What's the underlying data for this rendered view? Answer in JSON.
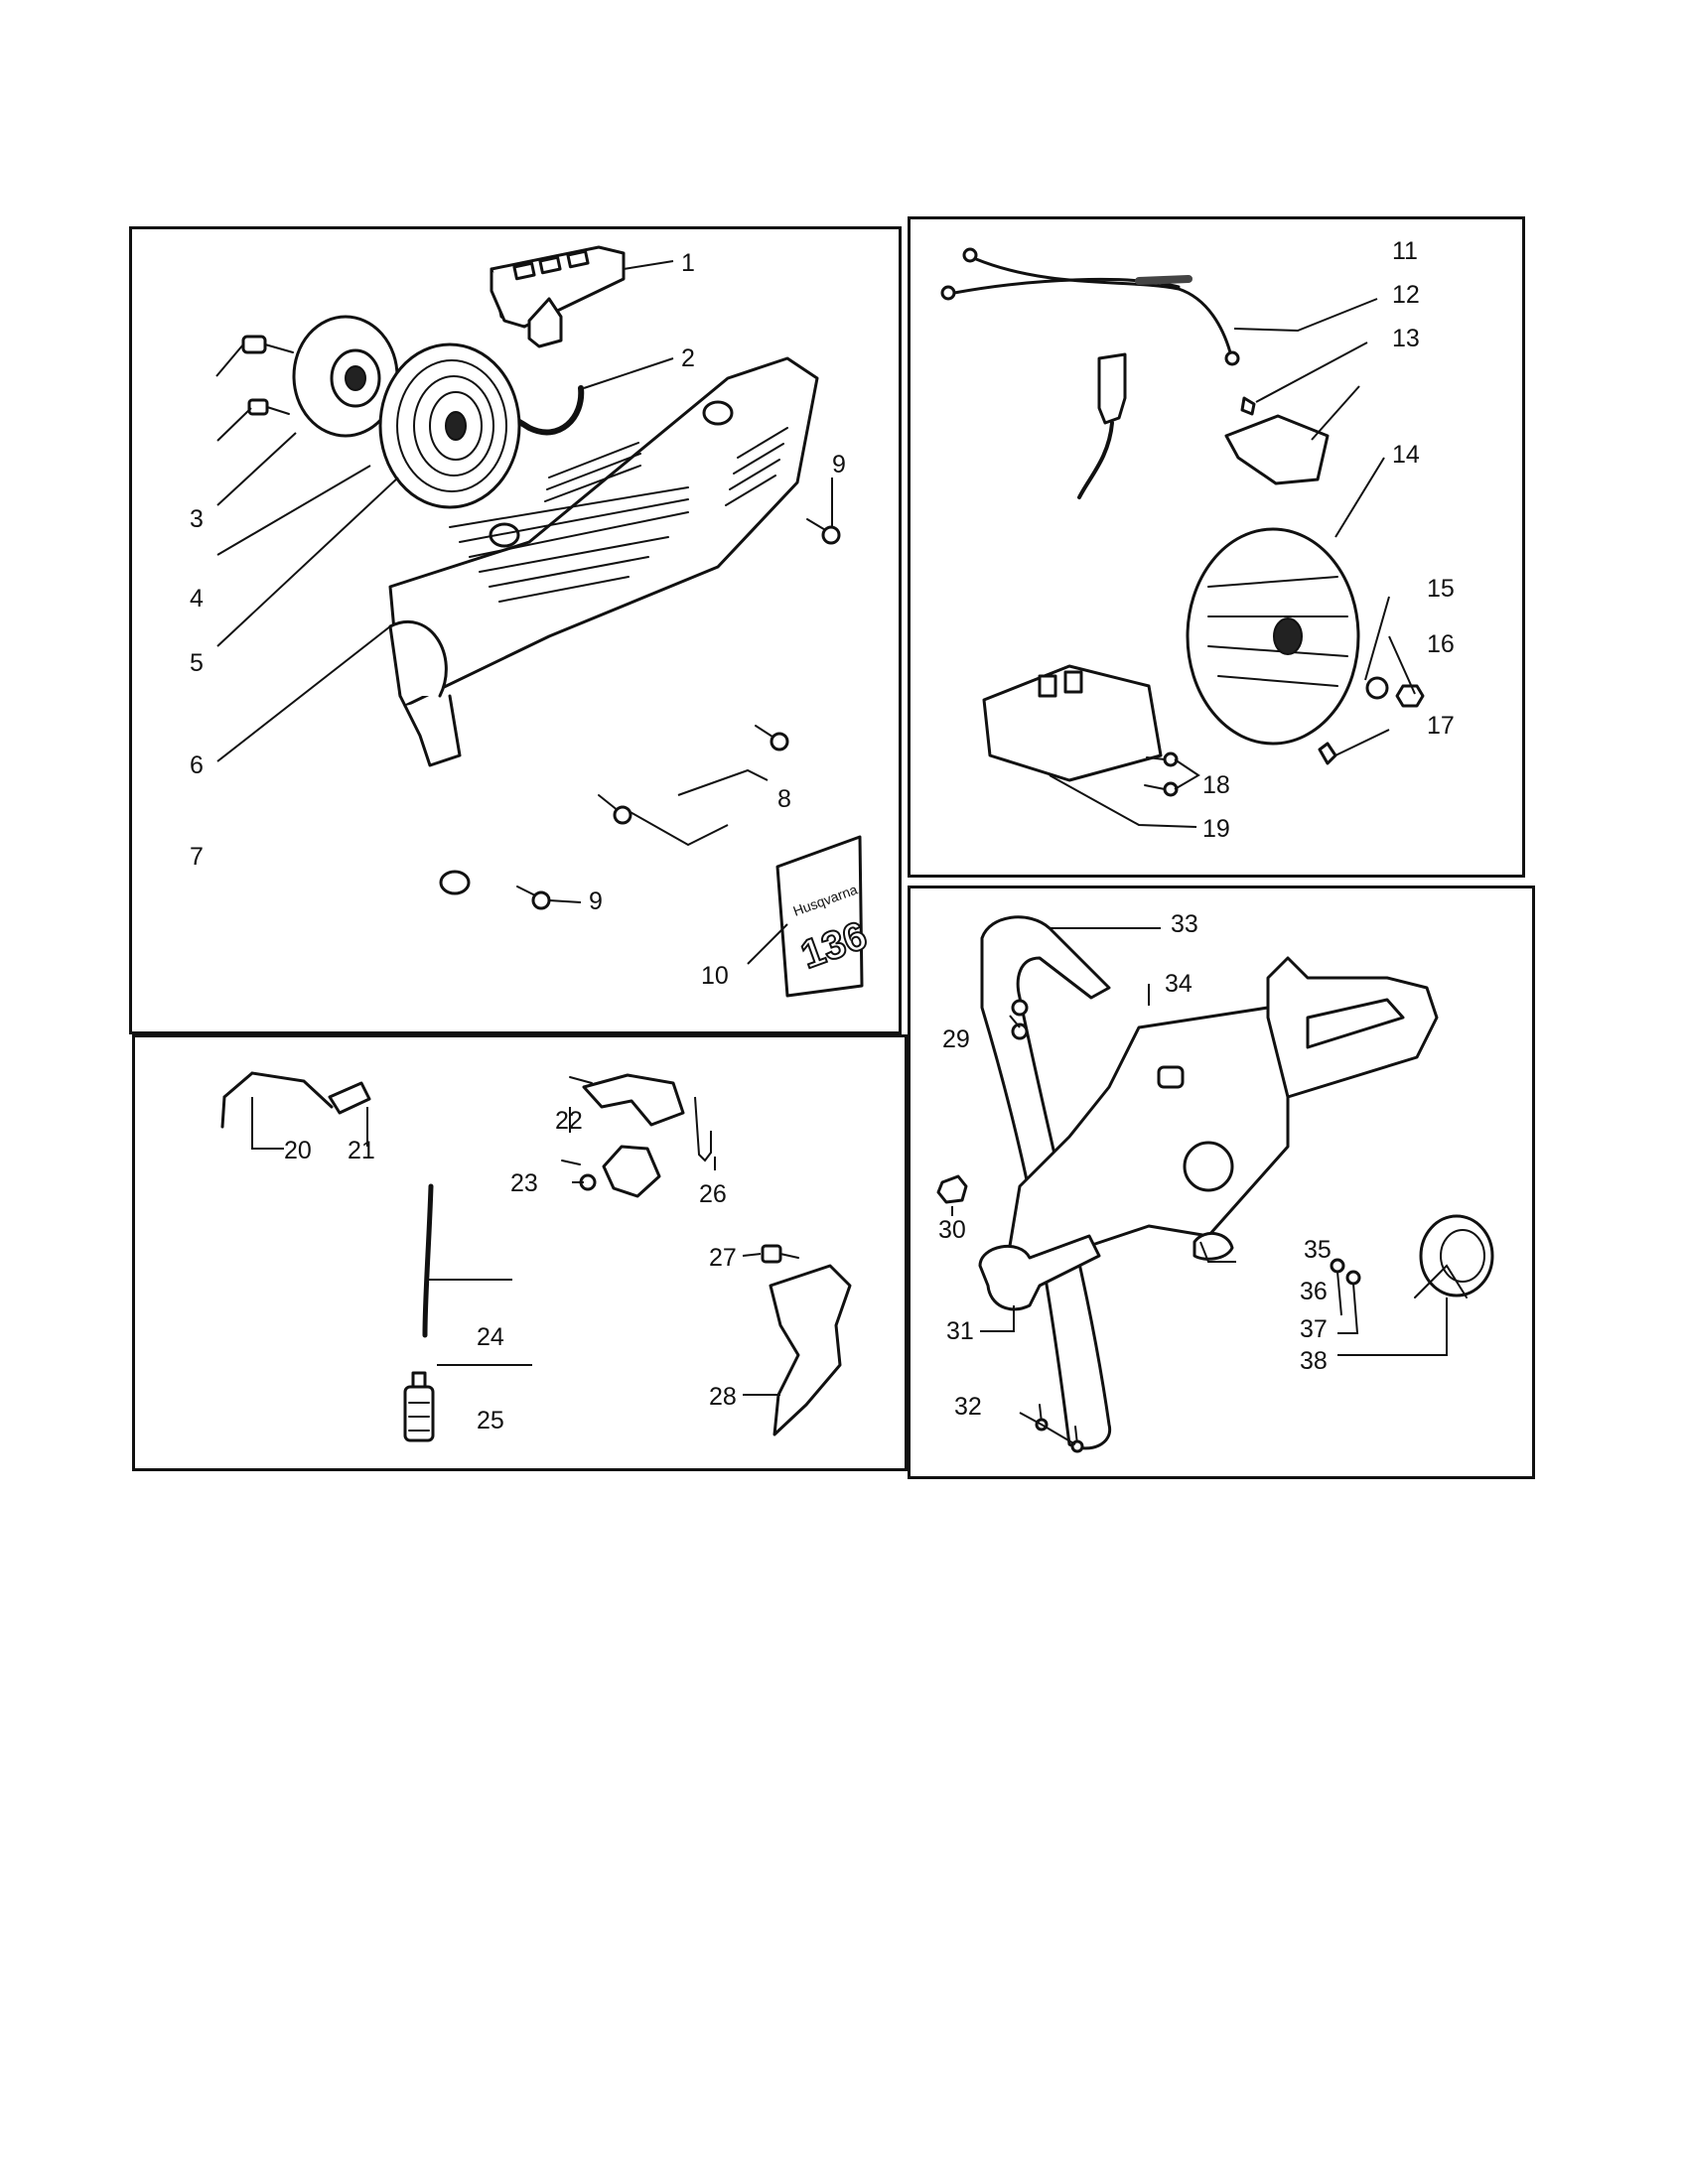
{
  "diagram": {
    "labels": [
      "1",
      "2",
      "3",
      "4",
      "5",
      "6",
      "7",
      "8",
      "9",
      "9",
      "10",
      "11",
      "12",
      "13",
      "14",
      "15",
      "16",
      "17",
      "18",
      "19",
      "20",
      "21",
      "22",
      "23",
      "24",
      "25",
      "26",
      "27",
      "28",
      "29",
      "30",
      "31",
      "32",
      "33",
      "34",
      "35",
      "36",
      "37",
      "38"
    ],
    "decal": {
      "brand": "Husqvarna",
      "model": "136"
    }
  }
}
